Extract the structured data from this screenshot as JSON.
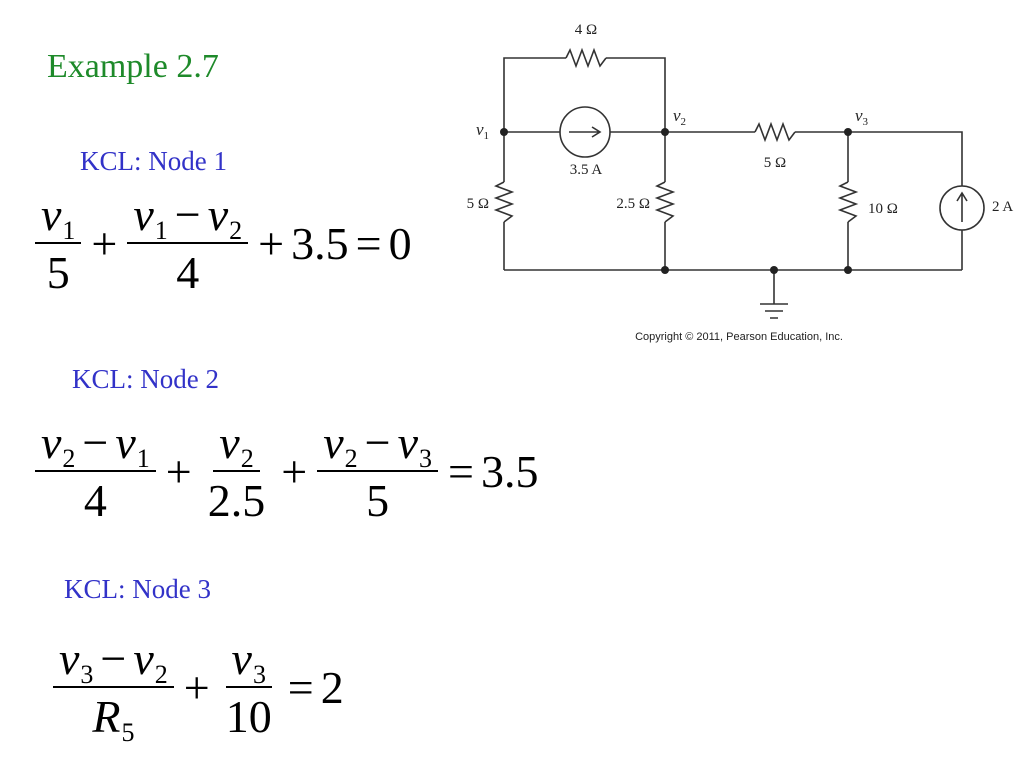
{
  "title": "Example 2.7",
  "sections": [
    {
      "heading": "KCL: Node 1"
    },
    {
      "heading": "KCL: Node 2"
    },
    {
      "heading": "KCL: Node 3"
    }
  ],
  "equations": {
    "eq1": {
      "t1": {
        "num_var": "v",
        "num_sub": "1",
        "den": "5"
      },
      "op1": "+",
      "t2": {
        "v1": "v",
        "s1": "1",
        "minus": "−",
        "v2": "v",
        "s2": "2",
        "den": "4"
      },
      "op2": "+",
      "const": "3.5",
      "eq": "=",
      "rhs": "0"
    },
    "eq2": {
      "t1": {
        "v1": "v",
        "s1": "2",
        "minus": "−",
        "v2": "v",
        "s2": "1",
        "den": "4"
      },
      "op1": "+",
      "t2": {
        "num_var": "v",
        "num_sub": "2",
        "den": "2.5"
      },
      "op2": "+",
      "t3": {
        "v1": "v",
        "s1": "2",
        "minus": "−",
        "v2": "v",
        "s2": "3",
        "den": "5"
      },
      "eq": "=",
      "rhs": "3.5"
    },
    "eq3": {
      "t1": {
        "v1": "v",
        "s1": "3",
        "minus": "−",
        "v2": "v",
        "s2": "2",
        "den_var": "R",
        "den_sub": "5"
      },
      "op1": "+",
      "t2": {
        "num_var": "v",
        "num_sub": "3",
        "den": "10"
      },
      "eq": "=",
      "rhs": "2"
    }
  },
  "circuit": {
    "r_top": "4 Ω",
    "r_mid": "5 Ω",
    "r1": "5 Ω",
    "r2": "2.5 Ω",
    "r3": "10 Ω",
    "cs1": "3.5 A",
    "cs2": "2 A",
    "node1_var": "v",
    "node1_sub": "1",
    "node2_var": "v",
    "node2_sub": "2",
    "node3_var": "v",
    "node3_sub": "3",
    "copyright": "Copyright © 2011, Pearson Education, Inc."
  }
}
